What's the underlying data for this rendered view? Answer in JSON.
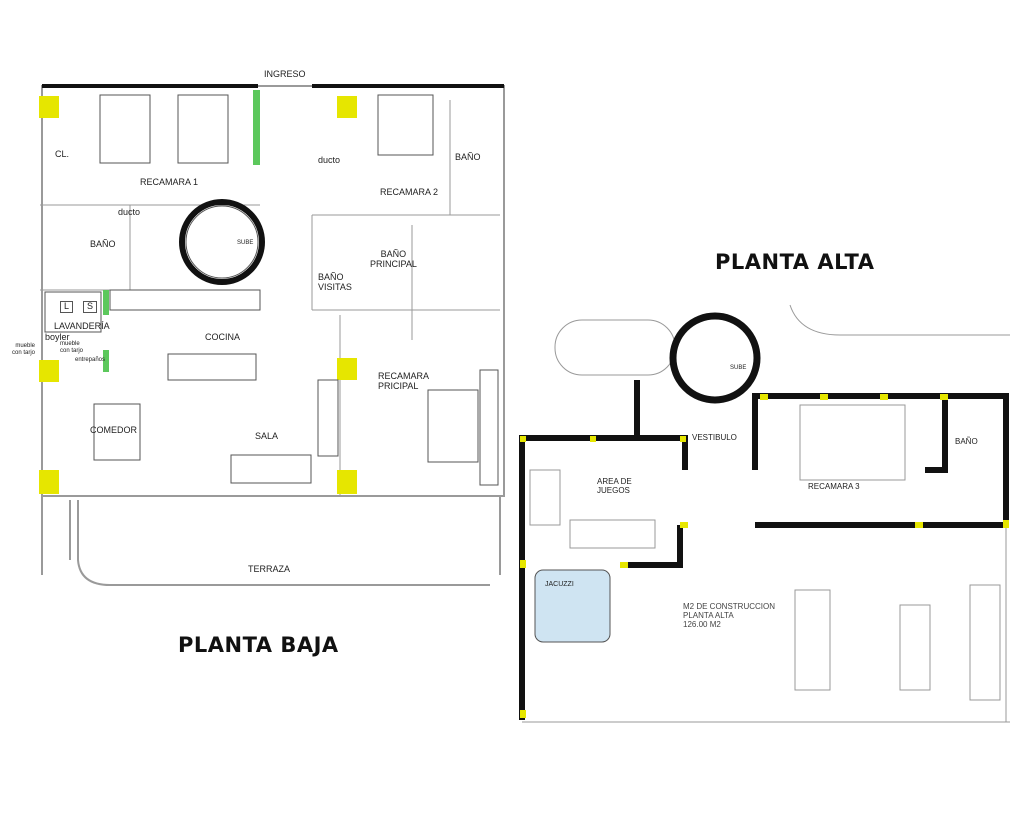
{
  "planta_baja": {
    "title": "PLANTA BAJA",
    "rooms": {
      "ingreso": "INGRESO",
      "cl": "CL.",
      "recamara1": "RECAMARA 1",
      "ducto1": "ducto",
      "bano1": "BAÑO",
      "ducto2": "ducto",
      "recamara2": "RECAMARA 2",
      "bano2": "BAÑO",
      "bano_visitas": "BAÑO\nVISITAS",
      "bano_principal": "BAÑO\nPRINCIPAL",
      "lavanderia": "LAVANDERÍA",
      "boyler": "boyler",
      "mueble1": "mueble\ncon tarjo",
      "mueble2": "mueble\ncon tarjo",
      "entrepanos": "entrepaños",
      "washer": "L",
      "dryer": "S",
      "cocina": "COCINA",
      "recamara_principal": "RECAMARA\nPRICIPAL",
      "comedor": "COMEDOR",
      "sala": "SALA",
      "terraza": "TERRAZA",
      "stair": "SUBE"
    }
  },
  "planta_alta": {
    "title": "PLANTA ALTA",
    "rooms": {
      "vestibulo": "VESTIBULO",
      "bano": "BAÑO",
      "area_juegos": "AREA DE\nJUEGOS",
      "recamara3": "RECAMARA 3",
      "jacuzzi": "JACUZZI",
      "m2": "M2 DE CONSTRUCCION\nPLANTA ALTA\n126.00 M2",
      "stair": "SUBE"
    }
  },
  "colors": {
    "wall": "#111111",
    "column": "#e6e600",
    "green": "#5cc85c",
    "gray": "#9a9a9a",
    "water": "#cfe4f2"
  }
}
